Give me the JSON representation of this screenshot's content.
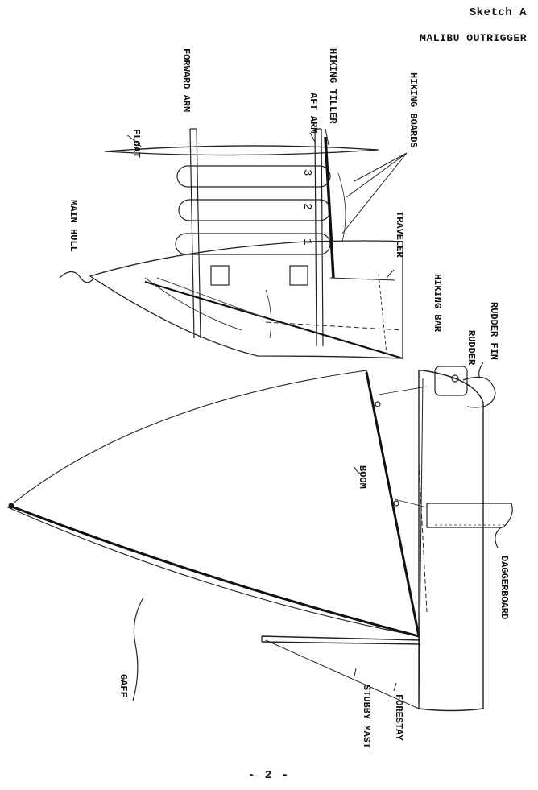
{
  "header": {
    "sketch_label": "Sketch A",
    "title": "MALIBU OUTRIGGER"
  },
  "footer": {
    "page_number": "- 2 -"
  },
  "labels": {
    "float": "FLOAT",
    "forward_arm": "FORWARD ARM",
    "aft_arm": "AFT ARM",
    "hiking_tiller": "HIKING TILLER",
    "hiking_boards": "HIKING BOARDS",
    "main_hull": "MAIN HULL",
    "traveler": "TRAVELER",
    "hiking_bar": "HIKING BAR",
    "rudder": "RUDDER",
    "rudder_fin": "RUDDER FIN",
    "boom": "BOOM",
    "gaff": "GAFF",
    "daggerboard": "DAGGERBOARD",
    "stubby_mast": "STUBBY MAST",
    "forestay": "FORESTAY"
  },
  "board_numbers": [
    "1",
    "2",
    "3"
  ]
}
